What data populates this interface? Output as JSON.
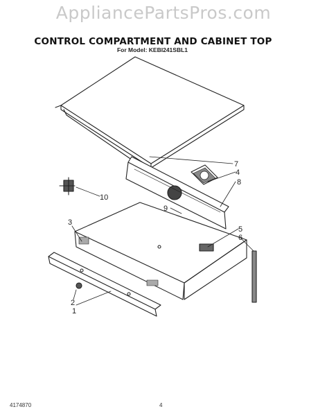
{
  "watermark": "AppliancePartsPros.com",
  "title": "CONTROL COMPARTMENT AND CABINET TOP",
  "subtitle": "For Model: KEBI241SBL1",
  "callouts": [
    "1",
    "2",
    "3",
    "4",
    "5",
    "6",
    "7",
    "8",
    "9",
    "10"
  ],
  "footer": {
    "part_number": "4174870",
    "page": "4"
  }
}
